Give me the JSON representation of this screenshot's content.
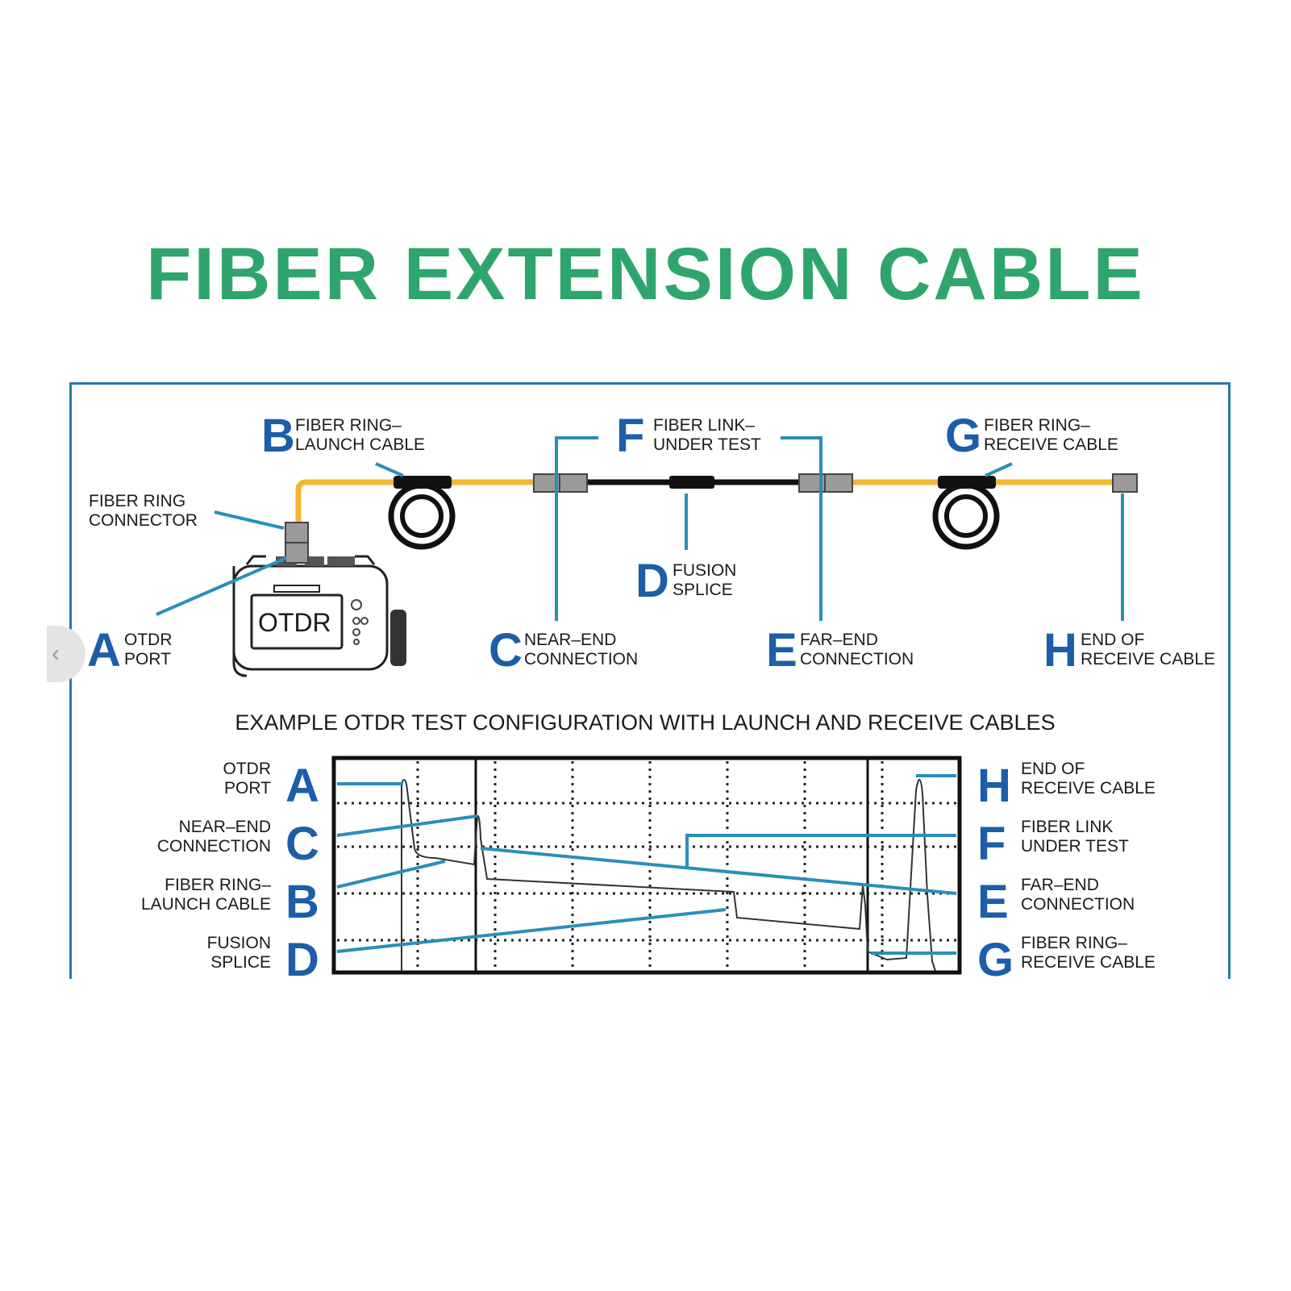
{
  "title": "FIBER EXTENSION CABLE",
  "colors": {
    "title_green": "#2ea56c",
    "letter_blue": "#1c5fa8",
    "leader_blue": "#2a8fb8",
    "fiber_yellow": "#f2b731",
    "frame_blue": "#2a78a8"
  },
  "nav": {
    "prev_icon": "chevron-left-icon",
    "prev_glyph": "‹"
  },
  "top_diagram": {
    "device_label": "OTDR",
    "connector_label": [
      "FIBER RING",
      "CONNECTOR"
    ],
    "callouts": {
      "A": {
        "letter": "A",
        "lines": [
          "OTDR",
          "PORT"
        ]
      },
      "B": {
        "letter": "B",
        "lines": [
          "FIBER RING–",
          "LAUNCH CABLE"
        ]
      },
      "C": {
        "letter": "C",
        "lines": [
          "NEAR–END",
          "CONNECTION"
        ]
      },
      "D": {
        "letter": "D",
        "lines": [
          "FUSION",
          "SPLICE"
        ]
      },
      "E": {
        "letter": "E",
        "lines": [
          "FAR–END",
          "CONNECTION"
        ]
      },
      "F": {
        "letter": "F",
        "lines": [
          "FIBER LINK–",
          "UNDER TEST"
        ]
      },
      "G": {
        "letter": "G",
        "lines": [
          "FIBER RING–",
          "RECEIVE CABLE"
        ]
      },
      "H": {
        "letter": "H",
        "lines": [
          "END OF",
          "RECEIVE CABLE"
        ]
      }
    }
  },
  "caption": "EXAMPLE OTDR TEST CONFIGURATION WITH LAUNCH AND RECEIVE CABLES",
  "trace_legend": {
    "left": [
      {
        "letter": "A",
        "lines": [
          "OTDR",
          "PORT"
        ]
      },
      {
        "letter": "C",
        "lines": [
          "NEAR–END",
          "CONNECTION"
        ]
      },
      {
        "letter": "B",
        "lines": [
          "FIBER RING–",
          "LAUNCH CABLE"
        ]
      },
      {
        "letter": "D",
        "lines": [
          "FUSION",
          "SPLICE"
        ]
      }
    ],
    "right": [
      {
        "letter": "H",
        "lines": [
          "END OF",
          "RECEIVE CABLE"
        ]
      },
      {
        "letter": "F",
        "lines": [
          "FIBER LINK",
          "UNDER TEST"
        ]
      },
      {
        "letter": "E",
        "lines": [
          "FAR–END",
          "CONNECTION"
        ]
      },
      {
        "letter": "G",
        "lines": [
          "FIBER RING–",
          "RECEIVE CABLE"
        ]
      }
    ]
  }
}
